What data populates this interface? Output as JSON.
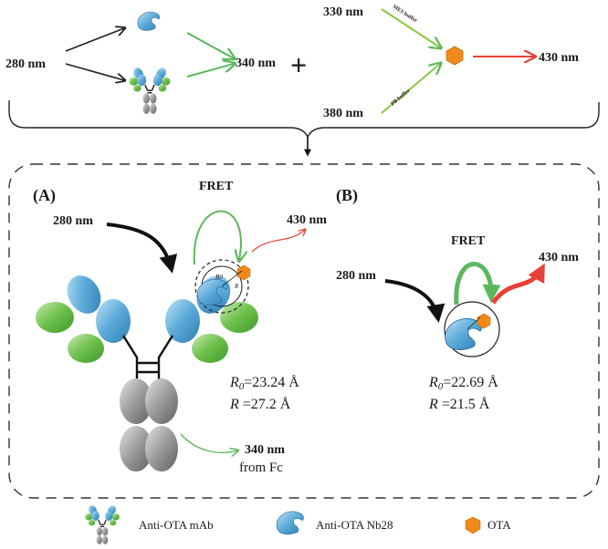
{
  "top": {
    "excitation": "280 nm",
    "emission_donor": "340 nm",
    "plus": "+",
    "exc_mes": "330 nm",
    "exc_pb": "380 nm",
    "mes_label": "MES buffer",
    "pb_label": "PB buffer",
    "emission_ota": "430 nm"
  },
  "panel_a": {
    "label": "(A)",
    "fret": "FRET",
    "excitation": "280 nm",
    "emission": "430 nm",
    "r0_sym": "R",
    "r0_sub": "0",
    "r0_val": "=23.24 Å",
    "r_sym": "R",
    "r_val": " =27.2 Å",
    "fc_nm": "340 nm",
    "fc_from": "from Fc",
    "circle_r0": "R0",
    "circle_r": "R"
  },
  "panel_b": {
    "label": "(B)",
    "fret": "FRET",
    "excitation": "280 nm",
    "emission": "430 nm",
    "r0_sym": "R",
    "r0_sub": "0",
    "r0_val": "=22.69 Å",
    "r_sym": "R",
    "r_val": " =21.5 Å"
  },
  "legend": {
    "mab": "Anti-OTA mAb",
    "nb": "Anti-OTA Nb28",
    "ota": "OTA"
  },
  "colors": {
    "nb_blue": "#5aa9d8",
    "mab_green": "#6cbf4a",
    "fc_gray": "#8a8a8a",
    "ota_orange": "#f08a1c",
    "arrow_green": "#5cb85c",
    "arrow_red": "#e8403a"
  }
}
